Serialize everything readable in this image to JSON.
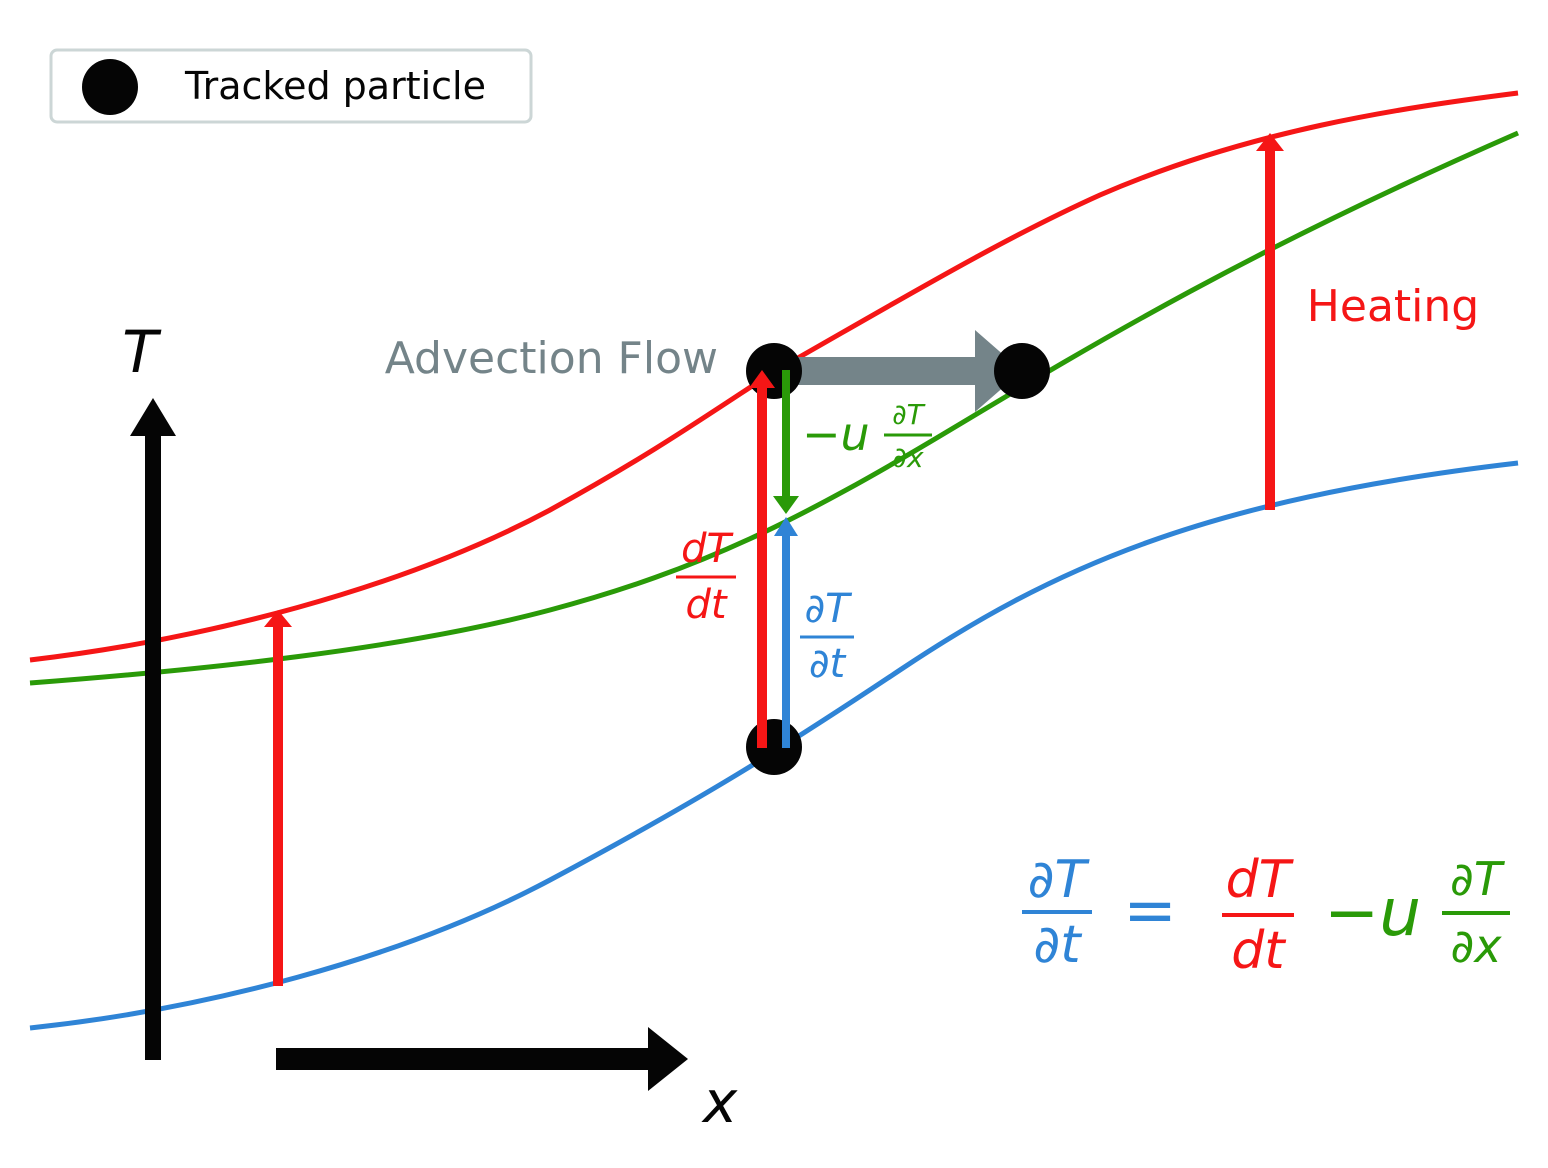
{
  "legend": {
    "label": "Tracked particle",
    "marker_color": "#050505",
    "border_color": "#ccd6d6"
  },
  "axes": {
    "y_label": "T",
    "x_label": "x",
    "color": "#050505"
  },
  "labels": {
    "advection_flow": "Advection Flow",
    "heating": "Heating",
    "dTdt_num": "dT",
    "dTdt_den": "dt",
    "partialT_num": "∂T",
    "partialT_den": "∂t",
    "adv_prefix": "−u",
    "adv_num": "∂T",
    "adv_den": "∂x"
  },
  "equation": {
    "lhs_num": "∂T",
    "lhs_den": "∂t",
    "equals": "=",
    "rhs1_num": "dT",
    "rhs1_den": "dt",
    "rhs2_prefix": "−u",
    "rhs2_num": "∂T",
    "rhs2_den": "∂x"
  },
  "colors": {
    "red": "#f51616",
    "green": "#2a9a08",
    "blue": "#2f84d6",
    "gray": "#748489",
    "black": "#050505"
  }
}
